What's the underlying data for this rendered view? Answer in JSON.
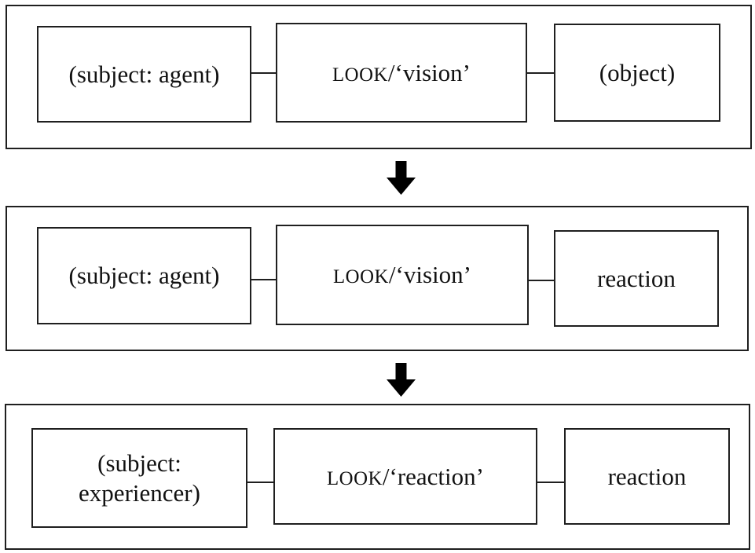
{
  "figure": {
    "description": "Three-stage diagram of the semantic extension of LOOK from vision to reaction",
    "colors": {
      "line": "#1f1f1f",
      "text": "#111111",
      "background": "#ffffff",
      "arrow": "#000000"
    },
    "arrow_icon": "down-block-arrow",
    "rows": [
      {
        "left": "(subject: agent)",
        "center_verb": "LOOK",
        "center_rest": "/‘vision’",
        "right": "(object)"
      },
      {
        "left": "(subject: agent)",
        "center_verb": "LOOK",
        "center_rest": "/‘vision’",
        "right": "reaction"
      },
      {
        "left": "(subject: experiencer)",
        "center_verb": "LOOK",
        "center_rest": "/‘reaction’",
        "right": "reaction"
      }
    ]
  }
}
